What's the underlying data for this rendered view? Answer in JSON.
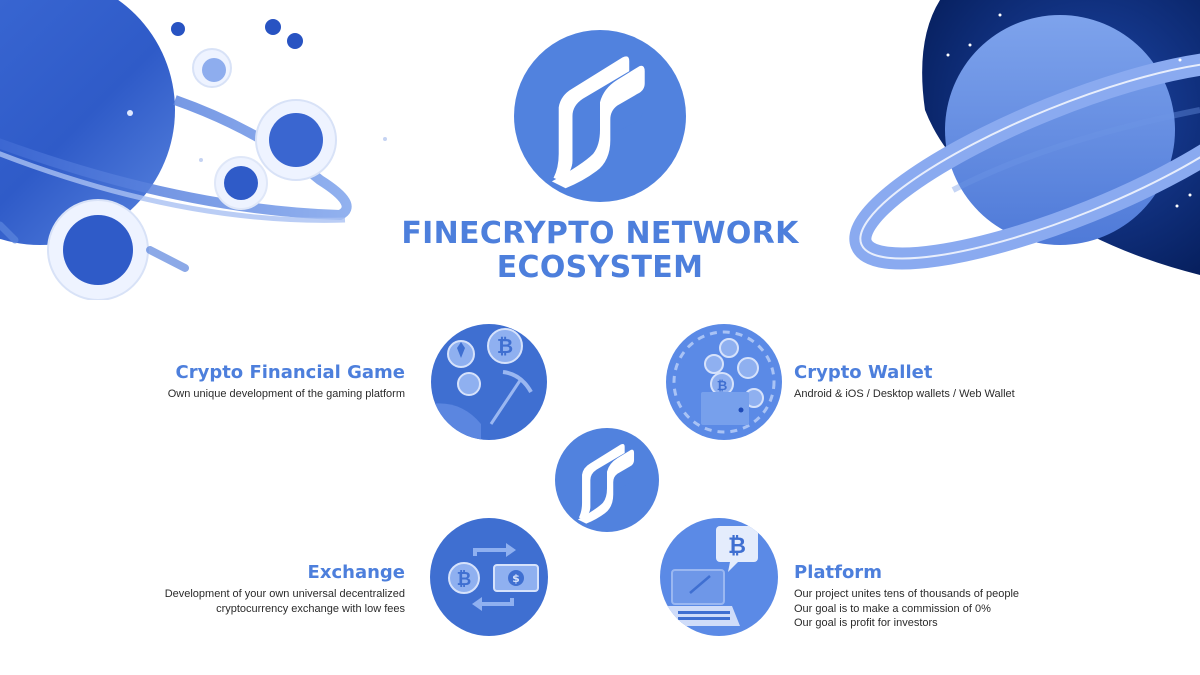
{
  "header": {
    "title_line1": "FINECRYPTO NETWORK",
    "title_line2": "ECOSYSTEM"
  },
  "logo": {
    "icon": "finecrypto-logo-icon",
    "color": "#5182de"
  },
  "features": [
    {
      "title": "Crypto Financial Game",
      "lines": [
        "Own unique development of the gaming platform"
      ],
      "icon": "mining-pickaxe-coins-icon"
    },
    {
      "title": "Crypto Wallet",
      "lines": [
        "Android & iOS / Desktop wallets / Web Wallet"
      ],
      "icon": "wallet-coins-icon"
    },
    {
      "title": "Exchange",
      "lines": [
        "Development of your own universal decentralized",
        "cryptocurrency exchange with low fees"
      ],
      "icon": "exchange-bitcoin-dollar-icon"
    },
    {
      "title": "Platform",
      "lines": [
        "Our project unites tens of thousands of people",
        "Our goal is to make a commission of 0%",
        "Our goal is profit for investors"
      ],
      "icon": "laptop-bitcoin-icon"
    }
  ],
  "colors": {
    "brand_blue": "#4d7fdc",
    "circle_dark": "#3f6fd1",
    "circle_light": "#5b8ae6",
    "space_dark": "#0d2a72",
    "text": "#2b2b2b"
  }
}
